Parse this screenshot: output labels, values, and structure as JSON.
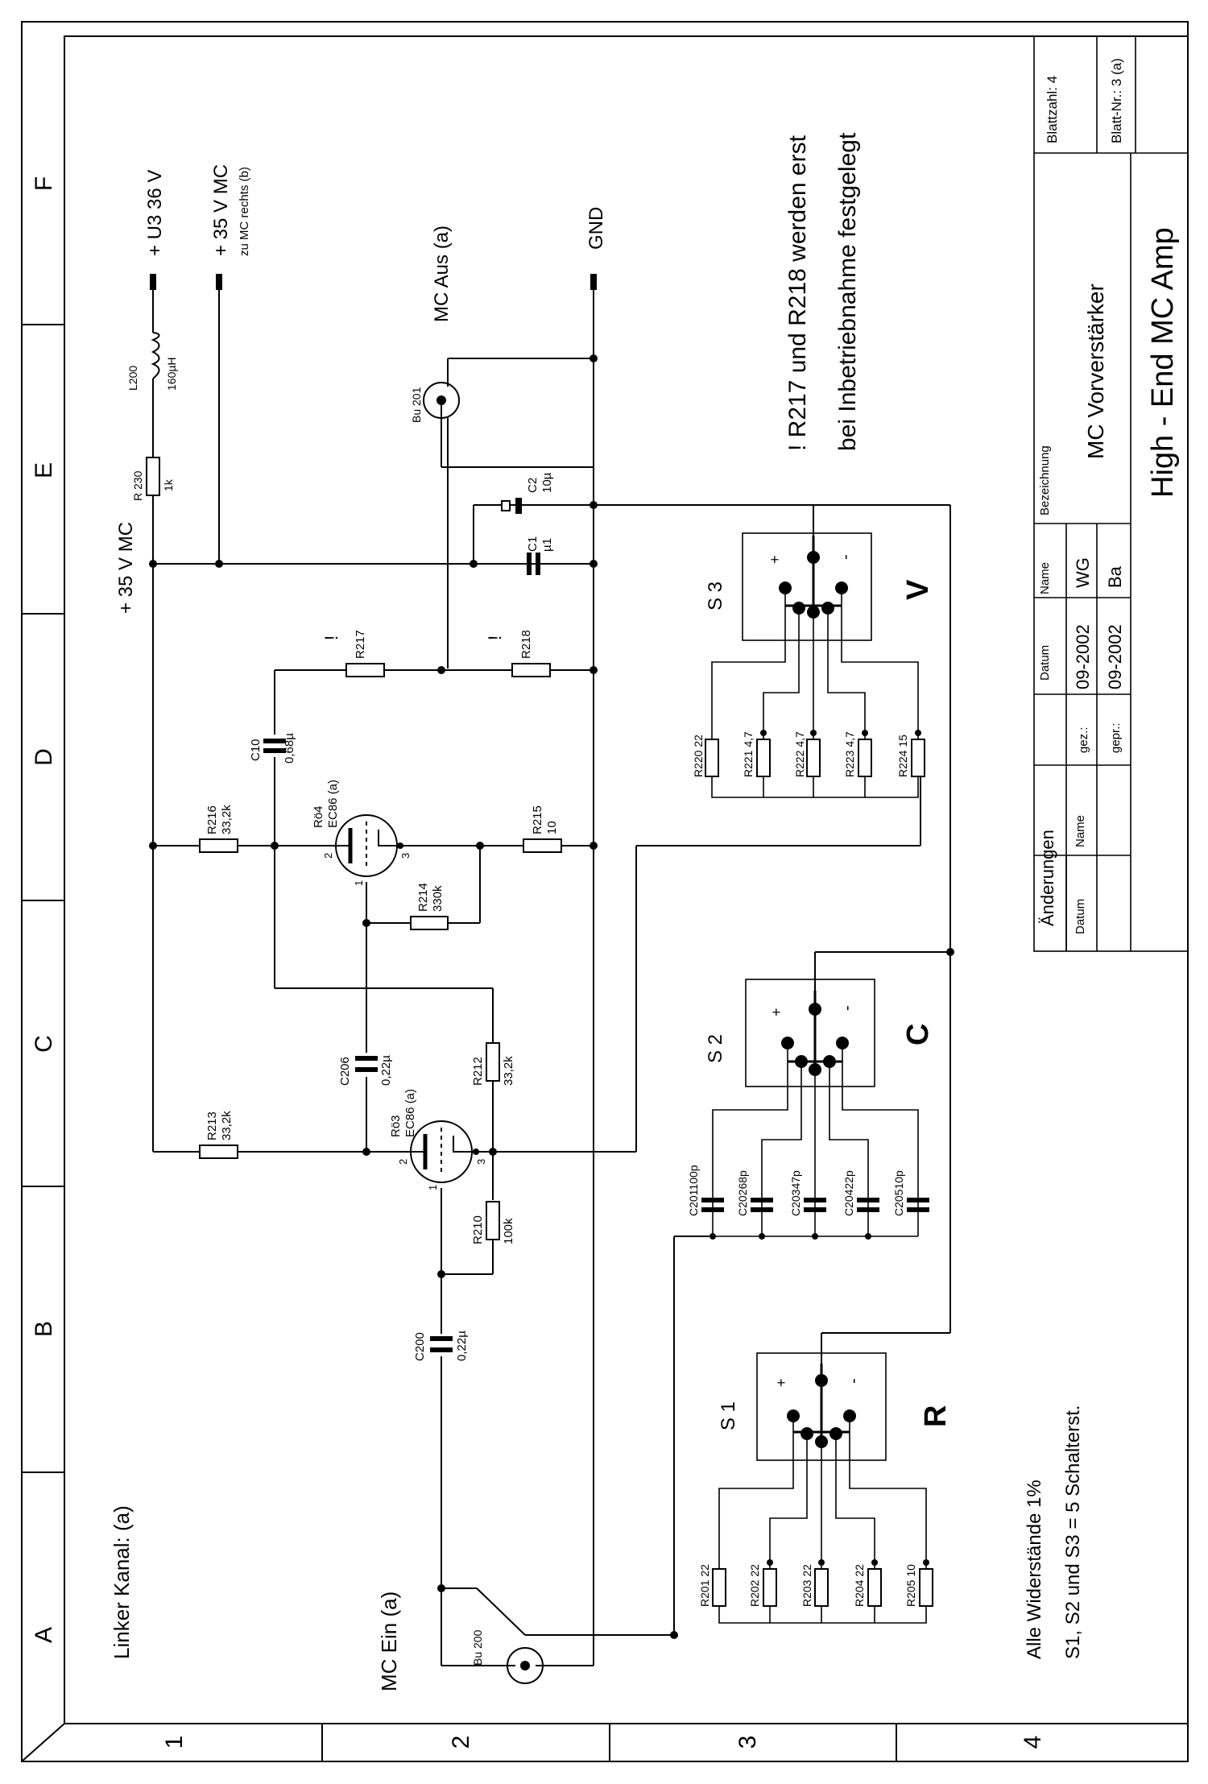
{
  "frame": {
    "zone_letters": [
      "A",
      "B",
      "C",
      "D",
      "E",
      "F"
    ],
    "zone_numbers": [
      "1",
      "2",
      "3",
      "4"
    ]
  },
  "rails": {
    "u3": "+ U3   36 V",
    "v35mc": "+ 35 V  MC",
    "v35mc_note": "zu MC rechts (b)",
    "v35_left": "+ 35 V  MC",
    "gnd": "GND",
    "mc_aus": "MC  Aus   (a)"
  },
  "notes": {
    "line1": "! R217 und R218 werden erst",
    "line2": "bei Inbetriebnahme festgelegt",
    "channel": "Linker Kanal: (a)",
    "mc_ein": "MC  Ein (a)",
    "resistors": "Alle Widerstände 1%",
    "switches": "S1, S2 und S3 = 5 Schalterst."
  },
  "components": {
    "L200": {
      "name": "L200",
      "value": "160µH"
    },
    "R230": {
      "name": "R 230",
      "value": "1k"
    },
    "Bu201": "Bu 201",
    "Bu200": "Bu 200",
    "C2": {
      "name": "C2",
      "value": "10µ"
    },
    "C1": {
      "name": "C1",
      "value": "µ1"
    },
    "R217": "R217",
    "R218": "R218",
    "excl": "!",
    "C10": {
      "name": "C10",
      "value": "0,68µ"
    },
    "R216": {
      "name": "R216",
      "value": "33,2k"
    },
    "Ro4": {
      "name": "Rö4",
      "type": "EC86 (a)"
    },
    "R215": {
      "name": "R215",
      "value": "10"
    },
    "R214": {
      "name": "R214",
      "value": "330k"
    },
    "C206": {
      "name": "C206",
      "value": "0,22µ"
    },
    "R212": {
      "name": "R212",
      "value": "33,2k"
    },
    "R213": {
      "name": "R213",
      "value": "33,2k"
    },
    "Ro3": {
      "name": "Rö3",
      "type": "EC86 (a)"
    },
    "R210": {
      "name": "R210",
      "value": "100k"
    },
    "C200": {
      "name": "C200",
      "value": "0,22µ"
    },
    "pins": {
      "p1": "1",
      "p2": "2",
      "p3": "3"
    }
  },
  "switches": {
    "s3": {
      "name": "S 3",
      "label": "V",
      "plus": "+",
      "minus": "-",
      "parts": [
        "R220 22",
        "R221 4,7",
        "R222 4,7",
        "R223 4,7",
        "R224 15"
      ]
    },
    "s2": {
      "name": "S 2",
      "label": "C",
      "plus": "+",
      "minus": "-",
      "parts": [
        "C201100p",
        "C20268p",
        "C20347p",
        "C20422p",
        "C20510p"
      ]
    },
    "s1": {
      "name": "S 1",
      "label": "R",
      "plus": "+",
      "minus": "-",
      "parts": [
        "R201 22",
        "R202 22",
        "R203 22",
        "R204 22",
        "R205 10"
      ]
    }
  },
  "title_block": {
    "blattzahl": "Blattzahl:  4",
    "blattnr": "Blatt-Nr.: 3 (a)",
    "bezeichnung": "Bezeichnung",
    "title1": "MC Vorverstärker",
    "title2": "High - End  MC Amp",
    "h_name": "Name",
    "h_datum": "Datum",
    "gez": "gez.:",
    "gepr": "gepr.:",
    "date1": "09-2002",
    "date2": "09-2002",
    "name1": "WG",
    "name2": "Ba",
    "aenderungen": "Änderungen",
    "a_datum": "Datum",
    "a_name": "Name"
  }
}
